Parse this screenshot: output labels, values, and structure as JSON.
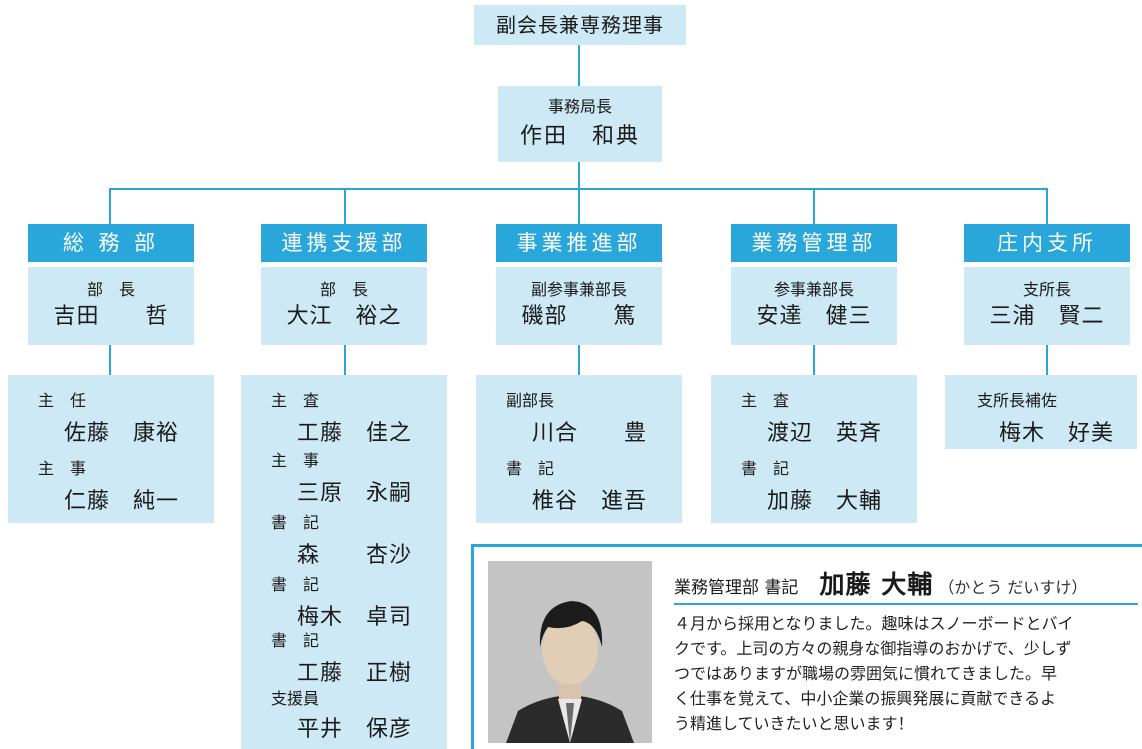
{
  "top": {
    "title": "副会長兼専務理事"
  },
  "chief": {
    "role": "事務局長",
    "name": "作田　和典"
  },
  "departments": [
    {
      "head": "総 務 部",
      "mgr_role": "部　長",
      "mgr_name": "吉田　　哲",
      "staff": [
        {
          "role": "主　任",
          "name": "佐藤　康裕"
        },
        {
          "role": "主　事",
          "name": "仁藤　純一"
        }
      ]
    },
    {
      "head": "連携支援部",
      "mgr_role": "部　長",
      "mgr_name": "大江　裕之",
      "staff": [
        {
          "role": "主　査",
          "name": "工藤　佳之"
        },
        {
          "role": "主　事",
          "name": "三原　永嗣"
        },
        {
          "role": "書　記",
          "name": "森　　杏沙"
        },
        {
          "role": "書　記",
          "name": "梅木　卓司"
        },
        {
          "role": "書　記",
          "name": "工藤　正樹"
        },
        {
          "role": "支援員",
          "name": "平井　保彦"
        }
      ]
    },
    {
      "head": "事業推進部",
      "mgr_role": "副参事兼部長",
      "mgr_name": "磯部　　篤",
      "staff": [
        {
          "role": "副部長",
          "name": "川合　　豊"
        },
        {
          "role": "書　記",
          "name": "椎谷　進吾"
        }
      ]
    },
    {
      "head": "業務管理部",
      "mgr_role": "参事兼部長",
      "mgr_name": "安達　健三",
      "staff": [
        {
          "role": "主　査",
          "name": "渡辺　英斉"
        },
        {
          "role": "書　記",
          "name": "加藤　大輔"
        }
      ]
    },
    {
      "head": "庄内支所",
      "mgr_role": "支所長",
      "mgr_name": "三浦　賢二",
      "staff": [
        {
          "role": "支所長補佐",
          "name": "梅木　好美"
        }
      ]
    }
  ],
  "feature": {
    "title": "業務管理部 書記",
    "name": "加藤 大輔",
    "kana": "（かとう だいすけ）",
    "lines": [
      "４月から採用となりました。趣味はスノーボードとバイ",
      "クです。上司の方々の親身な御指導のおかげで、少しず",
      "つではありますが職場の雰囲気に慣れてきました。早",
      "く仕事を覚えて、中小企業の振興発展に貢献できるよ",
      "う精進していきたいと思います！"
    ]
  }
}
